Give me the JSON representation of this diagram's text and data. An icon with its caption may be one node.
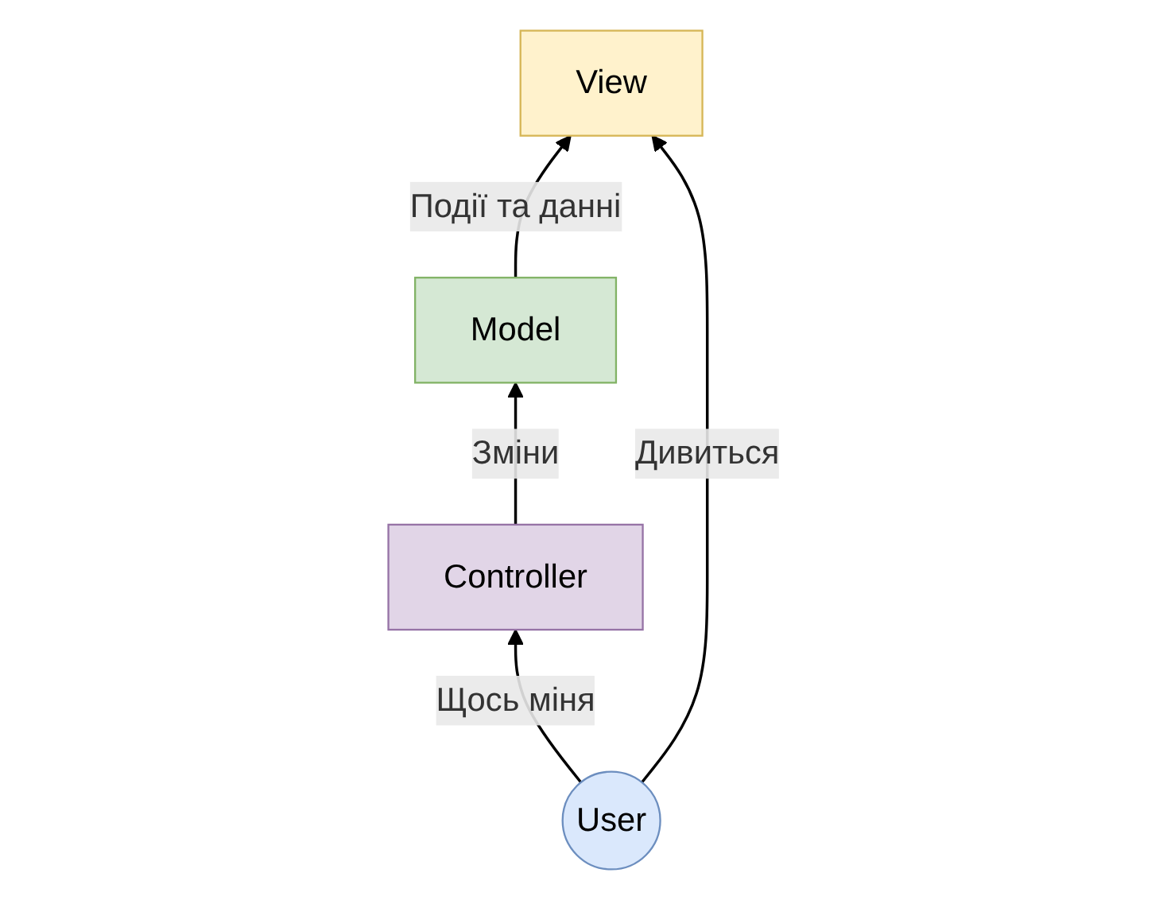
{
  "diagram": {
    "nodes": [
      {
        "text": [
          "Model"
        ]
      },
      {
        "text": [
          "View"
        ]
      },
      {
        "text": [
          "Controller"
        ]
      },
      {
        "text": [
          "User"
        ]
      }
    ],
    "edges": [
      {
        "from": 0,
        "to": 1,
        "label": "Події та данні",
        "arrow": "to"
      },
      {
        "from": 2,
        "to": 0,
        "label": "Зміни",
        "arrow": "to"
      },
      {
        "from": 3,
        "to": 1,
        "label": "Дивиться",
        "arrow": "to"
      },
      {
        "from": 3,
        "to": 2,
        "label": "Щось міня",
        "arrow": "to"
      }
    ]
  }
}
